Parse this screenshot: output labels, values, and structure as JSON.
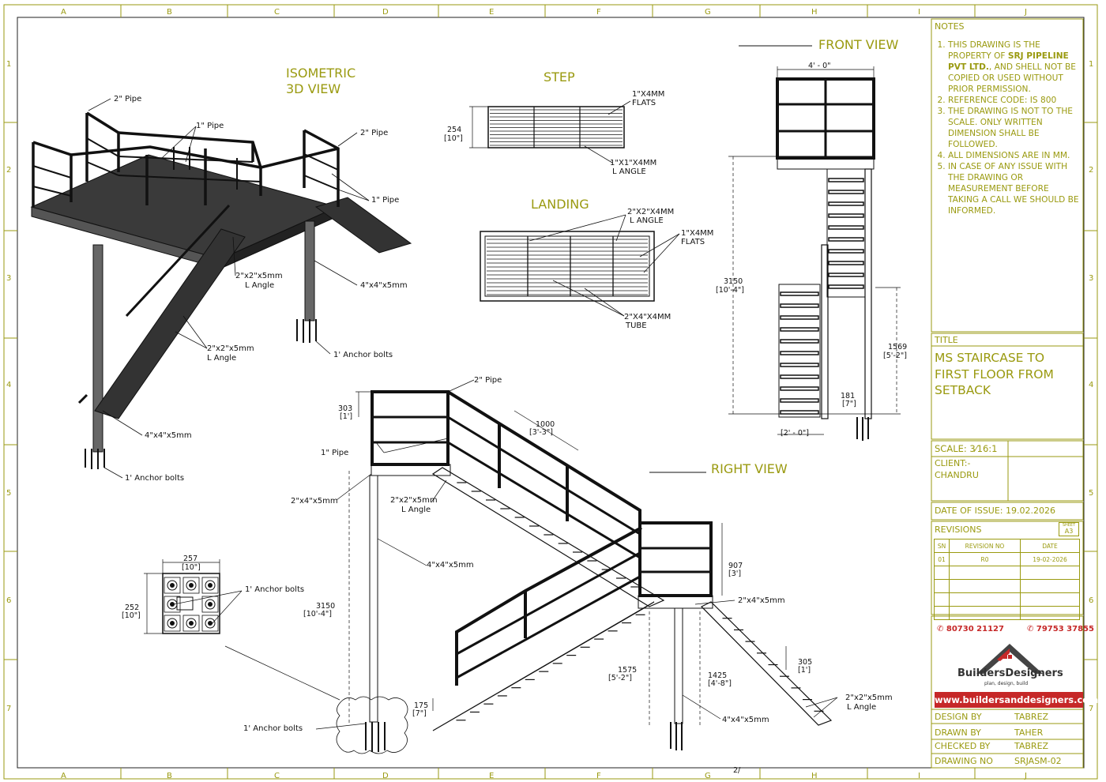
{
  "grid": {
    "columns": [
      "A",
      "B",
      "C",
      "D",
      "E",
      "F",
      "G",
      "H",
      "I",
      "J"
    ],
    "rows": [
      "1",
      "2",
      "3",
      "4",
      "5",
      "6",
      "7"
    ]
  },
  "views": {
    "isometric": "ISOMETRIC\n3D VIEW",
    "isometric_line1": "ISOMETRIC",
    "isometric_line2": "3D VIEW",
    "step": "STEP",
    "landing": "LANDING",
    "front": "FRONT VIEW",
    "right": "RIGHT VIEW"
  },
  "iso_labels": {
    "pipe2": "2\" Pipe",
    "pipe1": "1\" Pipe",
    "pipe2b": "2\" Pipe",
    "pipe1b": "1\" Pipe",
    "angle1": "2\"x2\"x5mm",
    "angle1b": "L Angle",
    "angle2": "2\"x2\"x5mm",
    "angle2b": "L Angle",
    "col1": "4\"x4\"x5mm",
    "col2": "4\"x4\"x5mm",
    "anchor1": "1' Anchor bolts",
    "anchor2": "1' Anchor bolts"
  },
  "step_labels": {
    "flats": "1\"X4MM",
    "flats2": "FLATS",
    "angle": "1\"X1\"X4MM",
    "angle2": "L ANGLE",
    "dim": "254",
    "dim_imp": "[10\"]"
  },
  "landing_labels": {
    "angle": "2\"X2\"X4MM",
    "angle2": "L ANGLE",
    "flats": "1\"X4MM",
    "flats2": "FLATS",
    "tube": "2\"X4\"X4MM",
    "tube2": "TUBE"
  },
  "front_labels": {
    "width": "4' - 0\"",
    "height": "3150",
    "height_imp": "[10'-4\"]",
    "mid": "1569",
    "mid_imp": "[5'-2\"]",
    "small": "181",
    "small_imp": "[7\"]",
    "bottom": "[2' - 0\"]"
  },
  "right_labels": {
    "pipe2": "2\" Pipe",
    "pipe1": "1\" Pipe",
    "d303": "303",
    "d303i": "[1']",
    "d1000": "1000",
    "d1000i": "[3'-3\"]",
    "beam": "2\"x4\"x5mm",
    "angle": "2\"x2\"x5mm",
    "angleb": "L Angle",
    "col": "4\"x4\"x5mm",
    "h3150": "3150",
    "h3150i": "[10'-4\"]",
    "d907": "907",
    "d907i": "[3']",
    "beam2": "2\"x4\"x5mm",
    "d1575": "1575",
    "d1575i": "[5'-2\"]",
    "d1425": "1425",
    "d1425i": "[4'-8\"]",
    "d305": "305",
    "d305i": "[1']",
    "angle2": "2\"x2\"x5mm",
    "angle2b": "L Angle",
    "col2": "4\"x4\"x5mm",
    "d175": "175",
    "d175i": "[7\"]",
    "anchor": "1' Anchor bolts",
    "scale_mark": "2/"
  },
  "base_plate": {
    "w": "257",
    "wi": "[10\"]",
    "h": "252",
    "hi": "[10\"]",
    "anchor": "1' Anchor bolts"
  },
  "titleblock": {
    "notes_title": "NOTES",
    "notes": [
      {
        "pre": "THIS DRAWING IS THE PROPERTY OF ",
        "bold": "SRJ PIPELINE PVT LTD.",
        "post": ",  AND SHELL NOT BE COPIED OR USED WITHOUT PRIOR PERMISSION."
      },
      {
        "pre": "REFERENCE CODE: IS 800",
        "bold": "",
        "post": ""
      },
      {
        "pre": "THE DRAWING  IS NOT TO THE SCALE. ONLY WRITTEN DIMENSION SHALL BE FOLLOWED.",
        "bold": "",
        "post": ""
      },
      {
        "pre": "ALL DIMENSIONS ARE IN MM.",
        "bold": "",
        "post": ""
      },
      {
        "pre": "IN CASE OF ANY ISSUE WITH THE DRAWING OR MEASUREMENT BEFORE TAKING A CALL WE SHOULD BE INFORMED.",
        "bold": "",
        "post": ""
      }
    ],
    "title_label": "TITLE",
    "title": "MS STAIRCASE TO FIRST FLOOR FROM SETBACK",
    "scale_label": "SCALE:",
    "scale_value": "3⁄16:1",
    "client_label": "CLIENT:-",
    "client": "CHANDRU",
    "issue_label": "DATE OF ISSUE:",
    "issue_date": "19.02.2026",
    "revisions_label": "REVISIONS",
    "sheet_label": "SHEET",
    "sheet_value": "A3",
    "rev_headers": [
      "SN",
      "REVISION NO",
      "DATE"
    ],
    "rev_rows": [
      [
        "01",
        "R0",
        "19-02-2026"
      ],
      [
        "",
        "",
        ""
      ],
      [
        "",
        "",
        ""
      ],
      [
        "",
        "",
        ""
      ],
      [
        "",
        "",
        ""
      ]
    ],
    "phone1": "80730 21127",
    "phone2": "79753 37855",
    "brand": "BuildersDesigners",
    "brand_tag": "plan, design, build",
    "website": "www.buildersanddesigners.com",
    "design_by_label": "DESIGN BY",
    "design_by": "TABREZ",
    "drawn_by_label": "DRAWN BY",
    "drawn_by": "TAHER",
    "checked_by_label": "CHECKED BY",
    "checked_by": "TABREZ",
    "drawing_no_label": "DRAWING NO",
    "drawing_no": "SRJASM-02"
  },
  "colors": {
    "accent": "#9a9a10",
    "line": "#111111",
    "brand_red": "#c62828"
  }
}
